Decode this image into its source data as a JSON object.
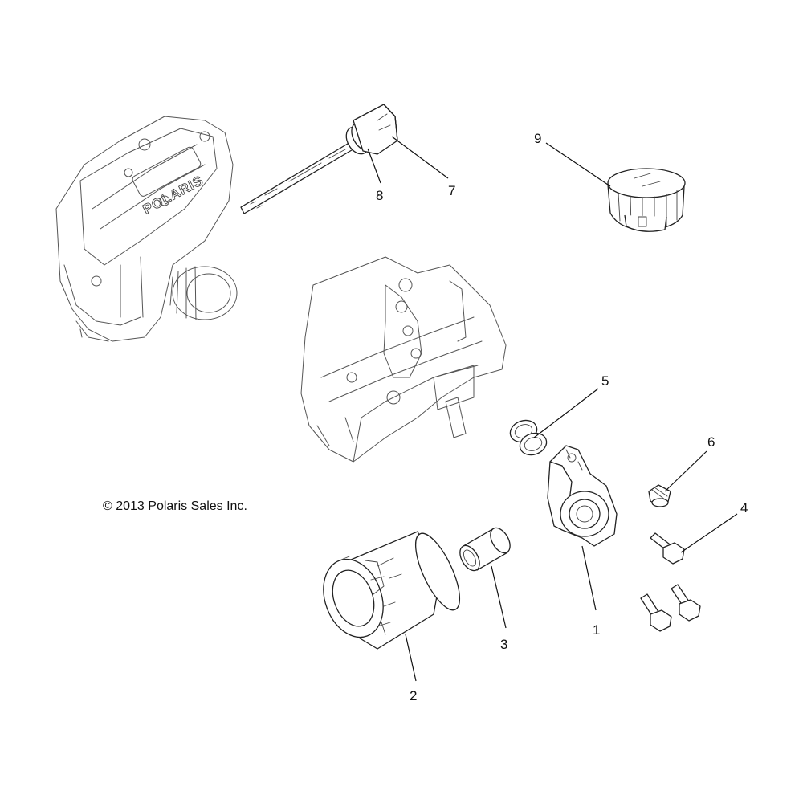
{
  "copyright": "© 2013 Polaris Sales Inc.",
  "brand_embossing": "POLARIS",
  "callouts": [
    {
      "id": "1",
      "label": "1"
    },
    {
      "id": "2",
      "label": "2"
    },
    {
      "id": "3",
      "label": "3"
    },
    {
      "id": "4",
      "label": "4"
    },
    {
      "id": "5",
      "label": "5"
    },
    {
      "id": "6",
      "label": "6"
    },
    {
      "id": "7",
      "label": "7"
    },
    {
      "id": "8",
      "label": "8"
    },
    {
      "id": "9",
      "label": "9"
    }
  ]
}
